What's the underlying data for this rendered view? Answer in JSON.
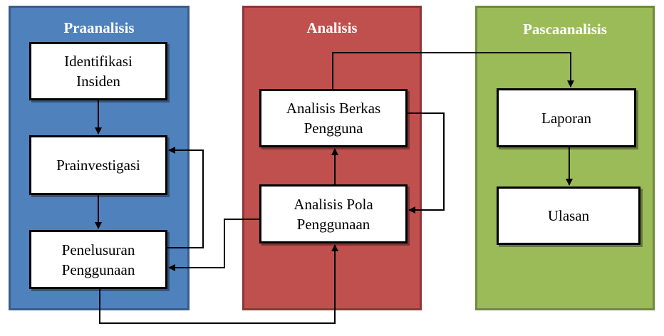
{
  "colors": {
    "praanalisis_fill": "#4F81BD",
    "praanalisis_border": "#385D8A",
    "analisis_fill": "#C0504D",
    "analisis_border": "#8C3836",
    "pascaanalisis_fill": "#9BBB59",
    "pascaanalisis_border": "#71893F",
    "box_fill": "#FFFFFF",
    "line": "#000000"
  },
  "phases": {
    "praanalisis": {
      "title": "Praanalisis",
      "steps": {
        "identifikasi": "Identifikasi\nInsiden",
        "prainvestigasi": "Prainvestigasi",
        "penelusuran": "Penelusuran\nPenggunaan"
      }
    },
    "analisis": {
      "title": "Analisis",
      "steps": {
        "berkas": "Analisis Berkas\nPengguna",
        "pola": "Analisis Pola\nPenggunaan"
      }
    },
    "pascaanalisis": {
      "title": "Pascaanalisis",
      "steps": {
        "laporan": "Laporan",
        "ulasan": "Ulasan"
      }
    }
  }
}
